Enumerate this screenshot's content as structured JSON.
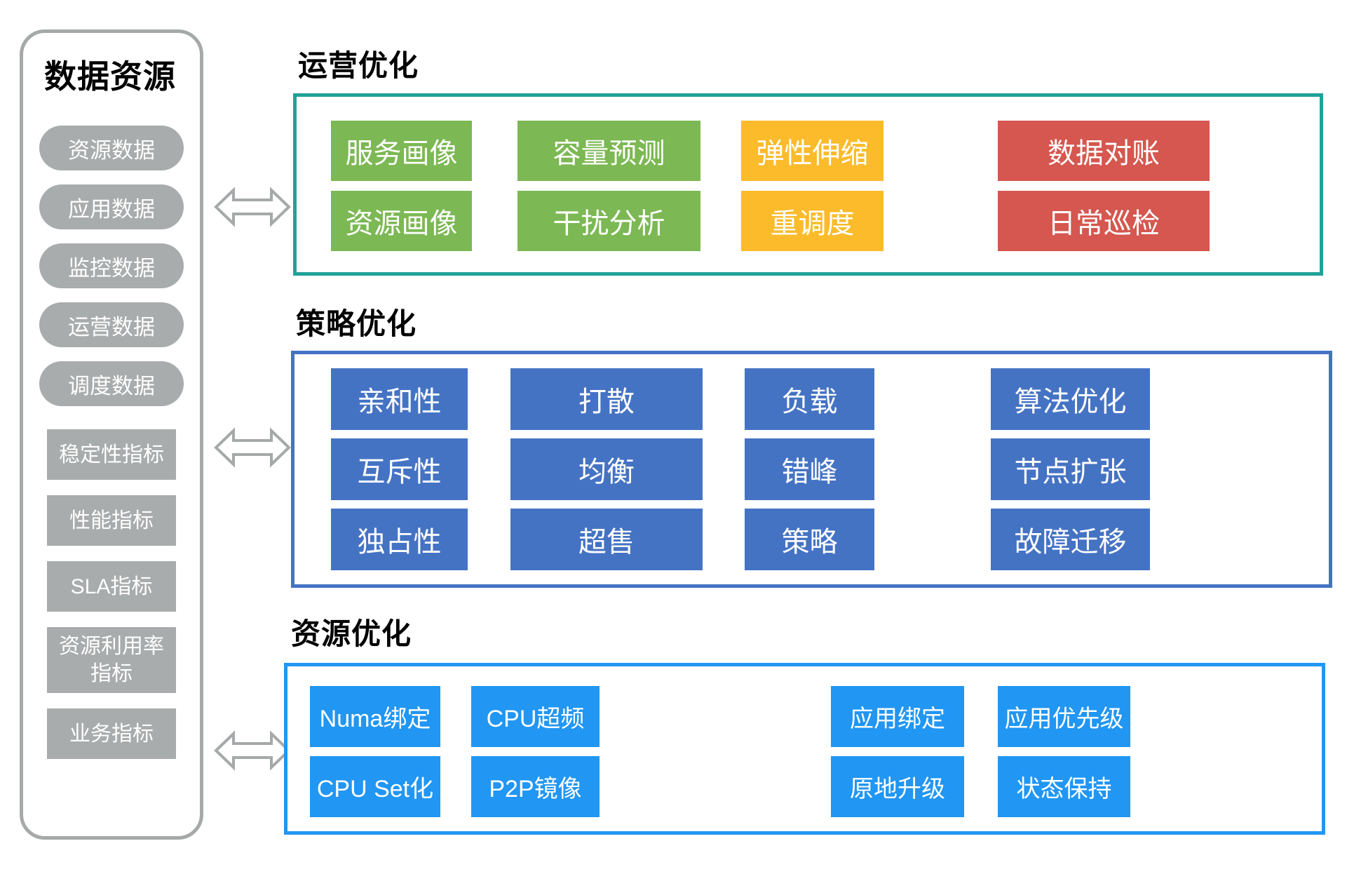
{
  "sidebar": {
    "title": "数据资源",
    "pills": [
      "资源数据",
      "应用数据",
      "监控数据",
      "运营数据",
      "调度数据"
    ],
    "metrics": [
      "稳定性指标",
      "性能指标",
      "SLA指标",
      "资源利用率指标",
      "业务指标"
    ]
  },
  "sections": [
    {
      "id": "operations",
      "title": "运营优化",
      "border_color": "#21a298",
      "items": [
        {
          "label": "服务画像",
          "color": "#7cb853"
        },
        {
          "label": "容量预测",
          "color": "#7cb853"
        },
        {
          "label": "弹性伸缩",
          "color": "#fbbb2b"
        },
        {
          "label": "数据对账",
          "color": "#d5574f"
        },
        {
          "label": "资源画像",
          "color": "#7cb853"
        },
        {
          "label": "干扰分析",
          "color": "#7cb853"
        },
        {
          "label": "重调度",
          "color": "#fbbb2b"
        },
        {
          "label": "日常巡检",
          "color": "#d5574f"
        }
      ]
    },
    {
      "id": "strategy",
      "title": "策略优化",
      "border_color": "#4573c4",
      "items": [
        {
          "label": "亲和性",
          "color": "#4573c4"
        },
        {
          "label": "打散",
          "color": "#4573c4"
        },
        {
          "label": "负载",
          "color": "#4573c4"
        },
        {
          "label": "算法优化",
          "color": "#4573c4"
        },
        {
          "label": "互斥性",
          "color": "#4573c4"
        },
        {
          "label": "均衡",
          "color": "#4573c4"
        },
        {
          "label": "错峰",
          "color": "#4573c4"
        },
        {
          "label": "节点扩张",
          "color": "#4573c4"
        },
        {
          "label": "独占性",
          "color": "#4573c4"
        },
        {
          "label": "超售",
          "color": "#4573c4"
        },
        {
          "label": "策略",
          "color": "#4573c4"
        },
        {
          "label": "故障迁移",
          "color": "#4573c4"
        }
      ]
    },
    {
      "id": "resource",
      "title": "资源优化",
      "border_color": "#2196f3",
      "items": [
        {
          "label": "Numa绑定",
          "color": "#2196f3"
        },
        {
          "label": "CPU超频",
          "color": "#2196f3"
        },
        {
          "label": "应用绑定",
          "color": "#2196f3"
        },
        {
          "label": "应用优先级",
          "color": "#2196f3"
        },
        {
          "label": "CPU Set化",
          "color": "#2196f3"
        },
        {
          "label": "P2P镜像",
          "color": "#2196f3"
        },
        {
          "label": "原地升级",
          "color": "#2196f3"
        },
        {
          "label": "状态保持",
          "color": "#2196f3"
        }
      ]
    }
  ],
  "colors": {
    "shape_gray": "#a9acac",
    "outline_gray": "#a6a9a9"
  }
}
